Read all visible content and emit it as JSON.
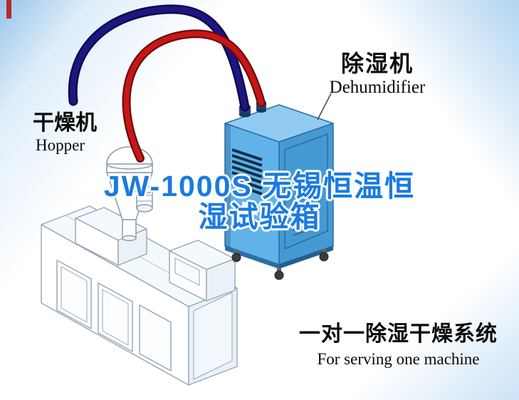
{
  "labels": {
    "hopper": {
      "zh": "干燥机",
      "en": "Hopper"
    },
    "dehumidifier": {
      "zh": "除湿机",
      "en": "Dehumidifier"
    }
  },
  "title": {
    "line1": "JW-1000S 无锡恒温恒",
    "line2": "湿试验箱"
  },
  "caption": {
    "zh": "一对一除湿干燥系统",
    "en": "For serving one machine"
  },
  "colors": {
    "title_blue": "#1a7be0",
    "text_black": "#0a0a0a",
    "pipe_red": "#c81616",
    "pipe_red_outline": "#6b0b0b",
    "pipe_navy": "#1e1680",
    "pipe_navy_outline": "#0c0950",
    "cabinet_top": "#92cbf2",
    "cabinet_front": "#61b2e8",
    "cabinet_side": "#459ad4",
    "corner_ribbon_red": "#b52a2a",
    "machine_line_gray": "#96a6b6"
  }
}
